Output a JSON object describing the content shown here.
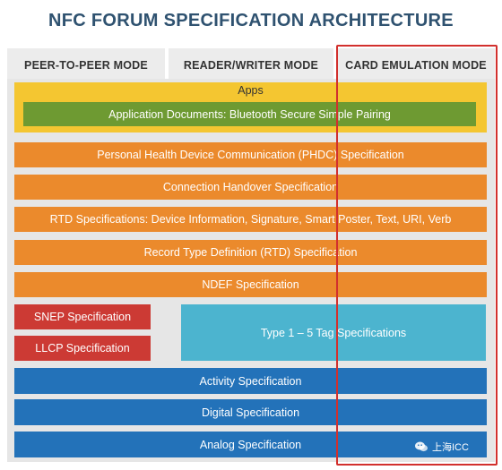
{
  "title": "NFC FORUM SPECIFICATION ARCHITECTURE",
  "columns": {
    "p2p": "PEER-TO-PEER MODE",
    "rw": "READER/WRITER MODE",
    "ce": "CARD EMULATION MODE"
  },
  "layers": {
    "apps": "Apps",
    "app_docs": "Application Documents: Bluetooth Secure Simple Pairing",
    "phdc": "Personal Health Device Communication (PHDC) Specification",
    "handover": "Connection Handover Specification",
    "rtd_specs": "RTD Specifications: Device Information, Signature, Smart Poster, Text, URI, Verb",
    "rtd": "Record Type Definition (RTD) Specification",
    "ndef": "NDEF Specification",
    "snep": "SNEP Specification",
    "llcp": "LLCP Specification",
    "tags": "Type 1 – 5 Tag Specifications",
    "activity": "Activity Specification",
    "digital": "Digital Specification",
    "analog": "Analog Specification"
  },
  "watermark": "上海ICC",
  "colors": {
    "orange": "#eb8a2c",
    "yellow": "#f4c631",
    "green": "#6e9a32",
    "red": "#cc3a34",
    "teal": "#4cb4cf",
    "blue": "#2372b9",
    "highlight": "#d2302d"
  }
}
